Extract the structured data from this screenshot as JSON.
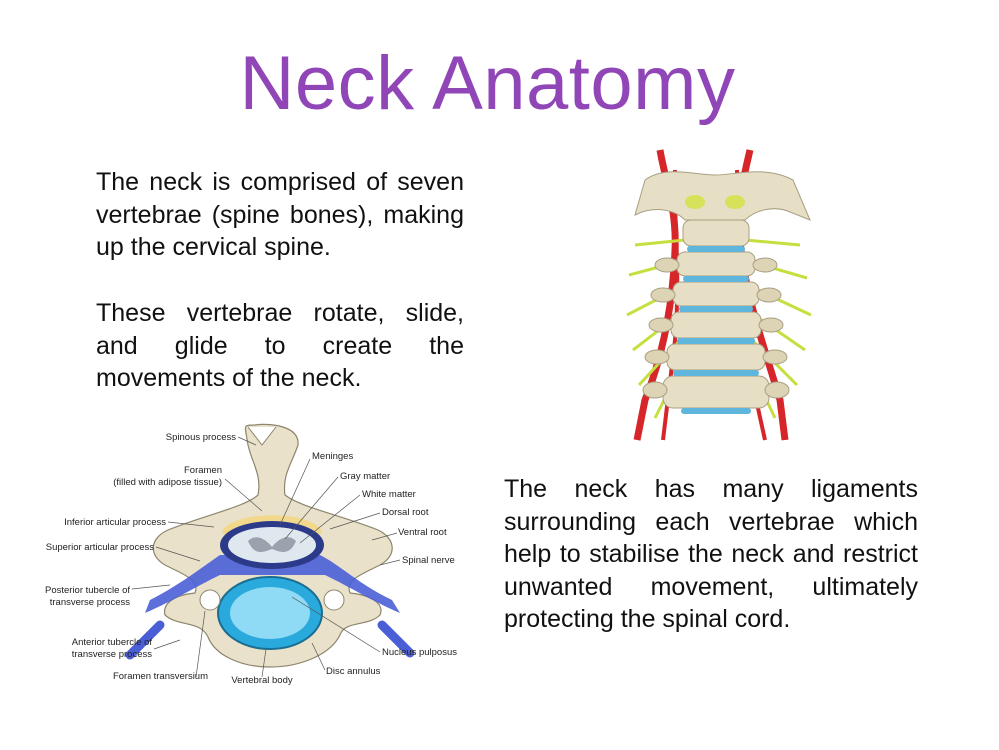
{
  "slide": {
    "title": "Neck Anatomy",
    "paragraph_1": "The neck is comprised of seven vertebrae (spine bones), making up the cervical spine.",
    "paragraph_2": "These vertebrae rotate, slide, and glide to create the movements of the neck.",
    "paragraph_3": "The neck has many ligaments surrounding each vertebrae which help to stabilise the neck and restrict unwanted movement, ultimately protecting the spinal cord."
  },
  "diagram": {
    "labels": {
      "spinous_process": "Spinous process",
      "foramen_1": "Foramen",
      "foramen_2": "(filled with adipose tissue)",
      "inferior_articular": "Inferior articular process",
      "superior_articular": "Superior articular process",
      "posterior_tubercle_1": "Posterior tubercle of",
      "posterior_tubercle_2": "transverse process",
      "anterior_tubercle_1": "Anterior tubercle of",
      "anterior_tubercle_2": "transverse process",
      "foramen_transversium": "Foramen transversium",
      "vertebral_body": "Vertebral body",
      "meninges": "Meninges",
      "gray_matter": "Gray matter",
      "white_matter": "White matter",
      "dorsal_root": "Dorsal root",
      "ventral_root": "Ventral root",
      "spinal_nerve": "Spinal nerve",
      "nucleus_pulposus": "Nucleus pulposus",
      "disc_annulus": "Disc annulus"
    }
  },
  "colors": {
    "title": "#9146b8",
    "bone": "#e9e1c9",
    "nerve": "#4a5fd6",
    "disc": "#2aa9dd",
    "artery": "#d6262a",
    "spine_nerve": "#c6df3e"
  }
}
